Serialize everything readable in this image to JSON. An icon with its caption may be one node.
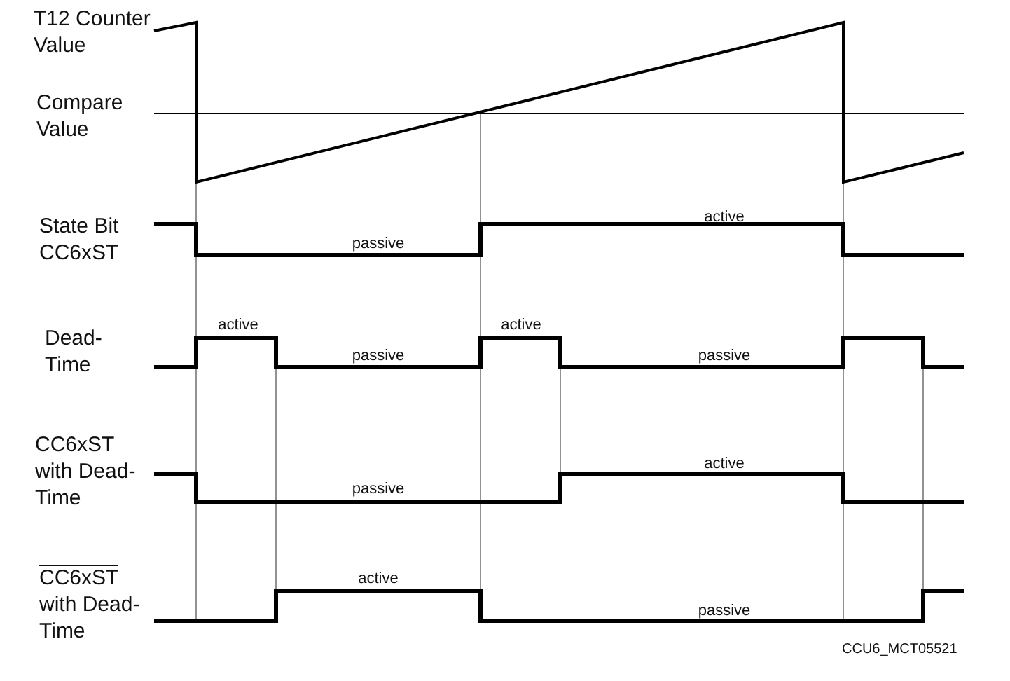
{
  "diagram": {
    "labels": [
      "T12 Counter Value",
      "Compare Value",
      "State Bit CC6xST",
      "passive",
      "active",
      "Dead-Time",
      "active",
      "passive",
      "active",
      "passive",
      "CC6xST with Dead-Time",
      "passive",
      "active",
      "CC6xST with Dead-Time",
      "active",
      "passive",
      "CCU6_MCT05521"
    ]
  }
}
